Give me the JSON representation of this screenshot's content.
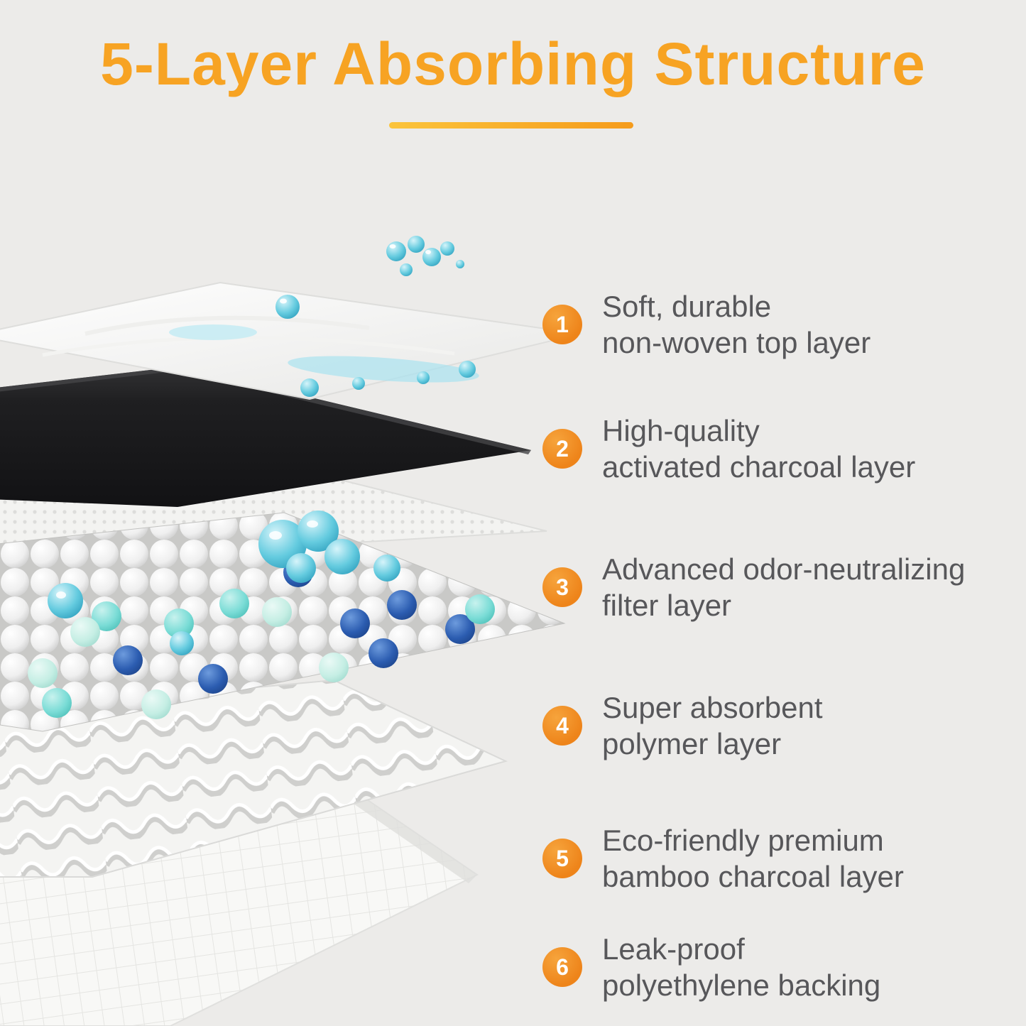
{
  "title": {
    "text": "5-Layer Absorbing Structure",
    "color": "#f7a323"
  },
  "colors": {
    "background": "#ecebe9",
    "accent_orange": "#f7a323",
    "badge_orange": "#ee841a",
    "text_gray": "#57575a",
    "droplet_teal": "#57c8de",
    "bead_blue": "#2b5cb0",
    "charcoal_black": "#1b1b1d"
  },
  "callouts": [
    {
      "number": "1",
      "lines": [
        "Soft, durable",
        "non-woven top layer"
      ]
    },
    {
      "number": "2",
      "lines": [
        "High-quality",
        "activated charcoal layer"
      ]
    },
    {
      "number": "3",
      "lines": [
        "Advanced odor-neutralizing",
        "filter layer"
      ]
    },
    {
      "number": "4",
      "lines": [
        "Super absorbent",
        "polymer layer"
      ]
    },
    {
      "number": "5",
      "lines": [
        "Eco-friendly premium",
        "bamboo charcoal layer"
      ]
    },
    {
      "number": "6",
      "lines": [
        "Leak-proof",
        "polyethylene backing"
      ]
    }
  ],
  "diagram_layers": [
    "non-woven top sheet with water droplets",
    "activated charcoal black sheet",
    "odor-neutralizing filter mesh",
    "super absorbent polymer beads",
    "corrugated bamboo charcoal sheet",
    "leak-proof polyethylene backing sheet"
  ]
}
